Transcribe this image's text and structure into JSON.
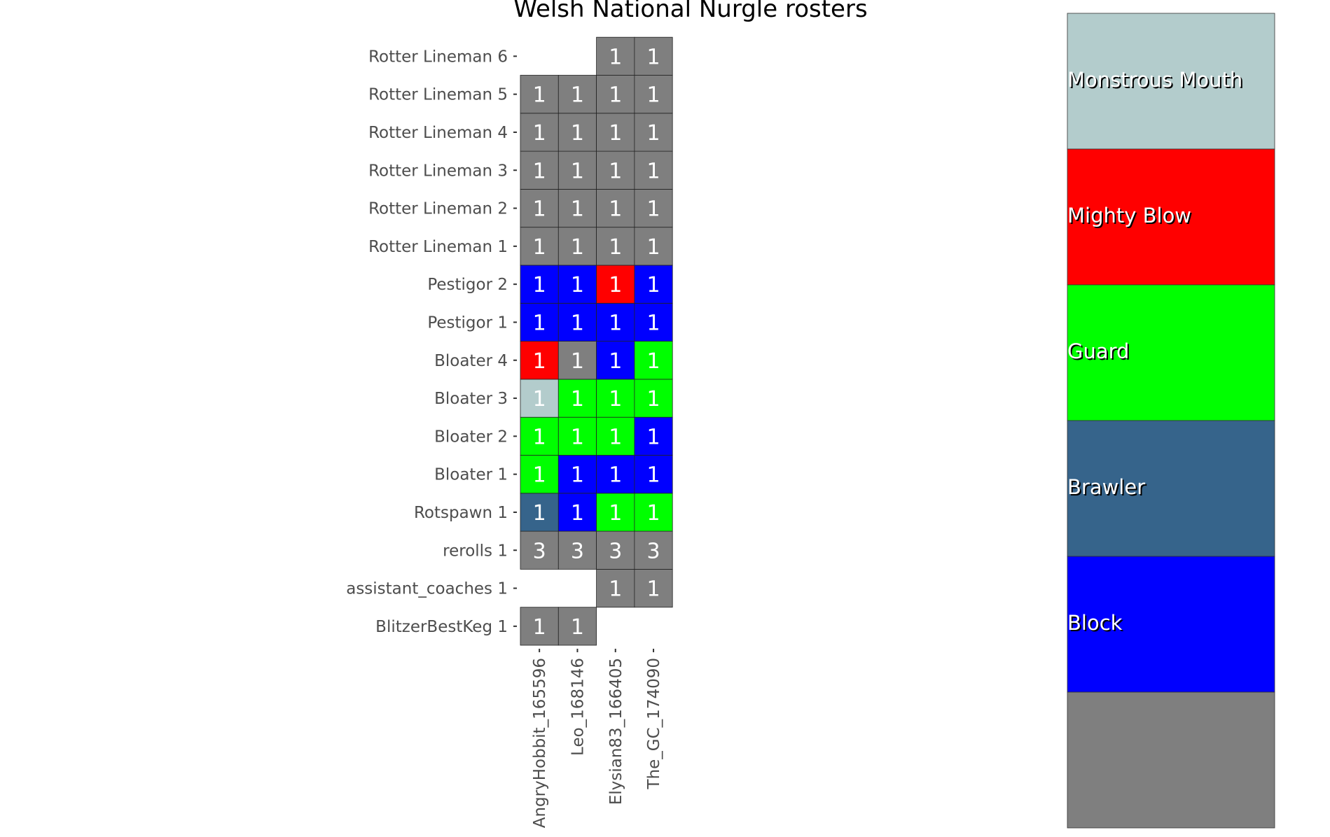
{
  "chart_data": {
    "type": "heatmap",
    "title": "Welsh National Nurgle rosters",
    "xlabel": "",
    "ylabel": "",
    "x_categories": [
      "AngryHobbit_165596",
      "Leo_168146",
      "Elysian83_166405",
      "The_GC_174090"
    ],
    "y_categories": [
      "BlitzerBestKeg 1",
      "assistant_coaches 1",
      "rerolls 1",
      "Rotspawn 1",
      "Bloater 1",
      "Bloater 2",
      "Bloater 3",
      "Bloater 4",
      "Pestigor 1",
      "Pestigor 2",
      "Rotter Lineman 1",
      "Rotter Lineman 2",
      "Rotter Lineman 3",
      "Rotter Lineman 4",
      "Rotter Lineman 5",
      "Rotter Lineman 6"
    ],
    "cells": [
      {
        "x": "AngryHobbit_165596",
        "y": "BlitzerBestKeg 1",
        "value": 1,
        "skill": "none"
      },
      {
        "x": "Leo_168146",
        "y": "BlitzerBestKeg 1",
        "value": 1,
        "skill": "none"
      },
      {
        "x": "Elysian83_166405",
        "y": "assistant_coaches 1",
        "value": 1,
        "skill": "none"
      },
      {
        "x": "The_GC_174090",
        "y": "assistant_coaches 1",
        "value": 1,
        "skill": "none"
      },
      {
        "x": "AngryHobbit_165596",
        "y": "rerolls 1",
        "value": 3,
        "skill": "none"
      },
      {
        "x": "Leo_168146",
        "y": "rerolls 1",
        "value": 3,
        "skill": "none"
      },
      {
        "x": "Elysian83_166405",
        "y": "rerolls 1",
        "value": 3,
        "skill": "none"
      },
      {
        "x": "The_GC_174090",
        "y": "rerolls 1",
        "value": 3,
        "skill": "none"
      },
      {
        "x": "AngryHobbit_165596",
        "y": "Rotspawn 1",
        "value": 1,
        "skill": "Brawler"
      },
      {
        "x": "Leo_168146",
        "y": "Rotspawn 1",
        "value": 1,
        "skill": "Block"
      },
      {
        "x": "Elysian83_166405",
        "y": "Rotspawn 1",
        "value": 1,
        "skill": "Guard"
      },
      {
        "x": "The_GC_174090",
        "y": "Rotspawn 1",
        "value": 1,
        "skill": "Guard"
      },
      {
        "x": "AngryHobbit_165596",
        "y": "Bloater 1",
        "value": 1,
        "skill": "Guard"
      },
      {
        "x": "Leo_168146",
        "y": "Bloater 1",
        "value": 1,
        "skill": "Block"
      },
      {
        "x": "Elysian83_166405",
        "y": "Bloater 1",
        "value": 1,
        "skill": "Block"
      },
      {
        "x": "The_GC_174090",
        "y": "Bloater 1",
        "value": 1,
        "skill": "Block"
      },
      {
        "x": "AngryHobbit_165596",
        "y": "Bloater 2",
        "value": 1,
        "skill": "Guard"
      },
      {
        "x": "Leo_168146",
        "y": "Bloater 2",
        "value": 1,
        "skill": "Guard"
      },
      {
        "x": "Elysian83_166405",
        "y": "Bloater 2",
        "value": 1,
        "skill": "Guard"
      },
      {
        "x": "The_GC_174090",
        "y": "Bloater 2",
        "value": 1,
        "skill": "Block"
      },
      {
        "x": "AngryHobbit_165596",
        "y": "Bloater 3",
        "value": 1,
        "skill": "Monstrous Mouth"
      },
      {
        "x": "Leo_168146",
        "y": "Bloater 3",
        "value": 1,
        "skill": "Guard"
      },
      {
        "x": "Elysian83_166405",
        "y": "Bloater 3",
        "value": 1,
        "skill": "Guard"
      },
      {
        "x": "The_GC_174090",
        "y": "Bloater 3",
        "value": 1,
        "skill": "Guard"
      },
      {
        "x": "AngryHobbit_165596",
        "y": "Bloater 4",
        "value": 1,
        "skill": "Mighty Blow"
      },
      {
        "x": "Leo_168146",
        "y": "Bloater 4",
        "value": 1,
        "skill": "none"
      },
      {
        "x": "Elysian83_166405",
        "y": "Bloater 4",
        "value": 1,
        "skill": "Block"
      },
      {
        "x": "The_GC_174090",
        "y": "Bloater 4",
        "value": 1,
        "skill": "Guard"
      },
      {
        "x": "AngryHobbit_165596",
        "y": "Pestigor 1",
        "value": 1,
        "skill": "Block"
      },
      {
        "x": "Leo_168146",
        "y": "Pestigor 1",
        "value": 1,
        "skill": "Block"
      },
      {
        "x": "Elysian83_166405",
        "y": "Pestigor 1",
        "value": 1,
        "skill": "Block"
      },
      {
        "x": "The_GC_174090",
        "y": "Pestigor 1",
        "value": 1,
        "skill": "Block"
      },
      {
        "x": "AngryHobbit_165596",
        "y": "Pestigor 2",
        "value": 1,
        "skill": "Block"
      },
      {
        "x": "Leo_168146",
        "y": "Pestigor 2",
        "value": 1,
        "skill": "Block"
      },
      {
        "x": "Elysian83_166405",
        "y": "Pestigor 2",
        "value": 1,
        "skill": "Mighty Blow"
      },
      {
        "x": "The_GC_174090",
        "y": "Pestigor 2",
        "value": 1,
        "skill": "Block"
      },
      {
        "x": "AngryHobbit_165596",
        "y": "Rotter Lineman 1",
        "value": 1,
        "skill": "none"
      },
      {
        "x": "Leo_168146",
        "y": "Rotter Lineman 1",
        "value": 1,
        "skill": "none"
      },
      {
        "x": "Elysian83_166405",
        "y": "Rotter Lineman 1",
        "value": 1,
        "skill": "none"
      },
      {
        "x": "The_GC_174090",
        "y": "Rotter Lineman 1",
        "value": 1,
        "skill": "none"
      },
      {
        "x": "AngryHobbit_165596",
        "y": "Rotter Lineman 2",
        "value": 1,
        "skill": "none"
      },
      {
        "x": "Leo_168146",
        "y": "Rotter Lineman 2",
        "value": 1,
        "skill": "none"
      },
      {
        "x": "Elysian83_166405",
        "y": "Rotter Lineman 2",
        "value": 1,
        "skill": "none"
      },
      {
        "x": "The_GC_174090",
        "y": "Rotter Lineman 2",
        "value": 1,
        "skill": "none"
      },
      {
        "x": "AngryHobbit_165596",
        "y": "Rotter Lineman 3",
        "value": 1,
        "skill": "none"
      },
      {
        "x": "Leo_168146",
        "y": "Rotter Lineman 3",
        "value": 1,
        "skill": "none"
      },
      {
        "x": "Elysian83_166405",
        "y": "Rotter Lineman 3",
        "value": 1,
        "skill": "none"
      },
      {
        "x": "The_GC_174090",
        "y": "Rotter Lineman 3",
        "value": 1,
        "skill": "none"
      },
      {
        "x": "AngryHobbit_165596",
        "y": "Rotter Lineman 4",
        "value": 1,
        "skill": "none"
      },
      {
        "x": "Leo_168146",
        "y": "Rotter Lineman 4",
        "value": 1,
        "skill": "none"
      },
      {
        "x": "Elysian83_166405",
        "y": "Rotter Lineman 4",
        "value": 1,
        "skill": "none"
      },
      {
        "x": "The_GC_174090",
        "y": "Rotter Lineman 4",
        "value": 1,
        "skill": "none"
      },
      {
        "x": "AngryHobbit_165596",
        "y": "Rotter Lineman 5",
        "value": 1,
        "skill": "none"
      },
      {
        "x": "Leo_168146",
        "y": "Rotter Lineman 5",
        "value": 1,
        "skill": "none"
      },
      {
        "x": "Elysian83_166405",
        "y": "Rotter Lineman 5",
        "value": 1,
        "skill": "none"
      },
      {
        "x": "The_GC_174090",
        "y": "Rotter Lineman 5",
        "value": 1,
        "skill": "none"
      },
      {
        "x": "Elysian83_166405",
        "y": "Rotter Lineman 6",
        "value": 1,
        "skill": "none"
      },
      {
        "x": "The_GC_174090",
        "y": "Rotter Lineman 6",
        "value": 1,
        "skill": "none"
      }
    ],
    "legend": [
      {
        "label": "Monstrous Mouth",
        "skill": "Monstrous Mouth",
        "color": "#b3cccc"
      },
      {
        "label": "Mighty Blow",
        "skill": "Mighty Blow",
        "color": "#ff0000"
      },
      {
        "label": "Guard",
        "skill": "Guard",
        "color": "#00ff00"
      },
      {
        "label": "Brawler",
        "skill": "Brawler",
        "color": "#36648b"
      },
      {
        "label": "Block",
        "skill": "Block",
        "color": "#0000ff"
      },
      {
        "label": "",
        "skill": "none",
        "color": "#7f7f7f"
      }
    ],
    "legend_position": "right",
    "grid": false
  }
}
